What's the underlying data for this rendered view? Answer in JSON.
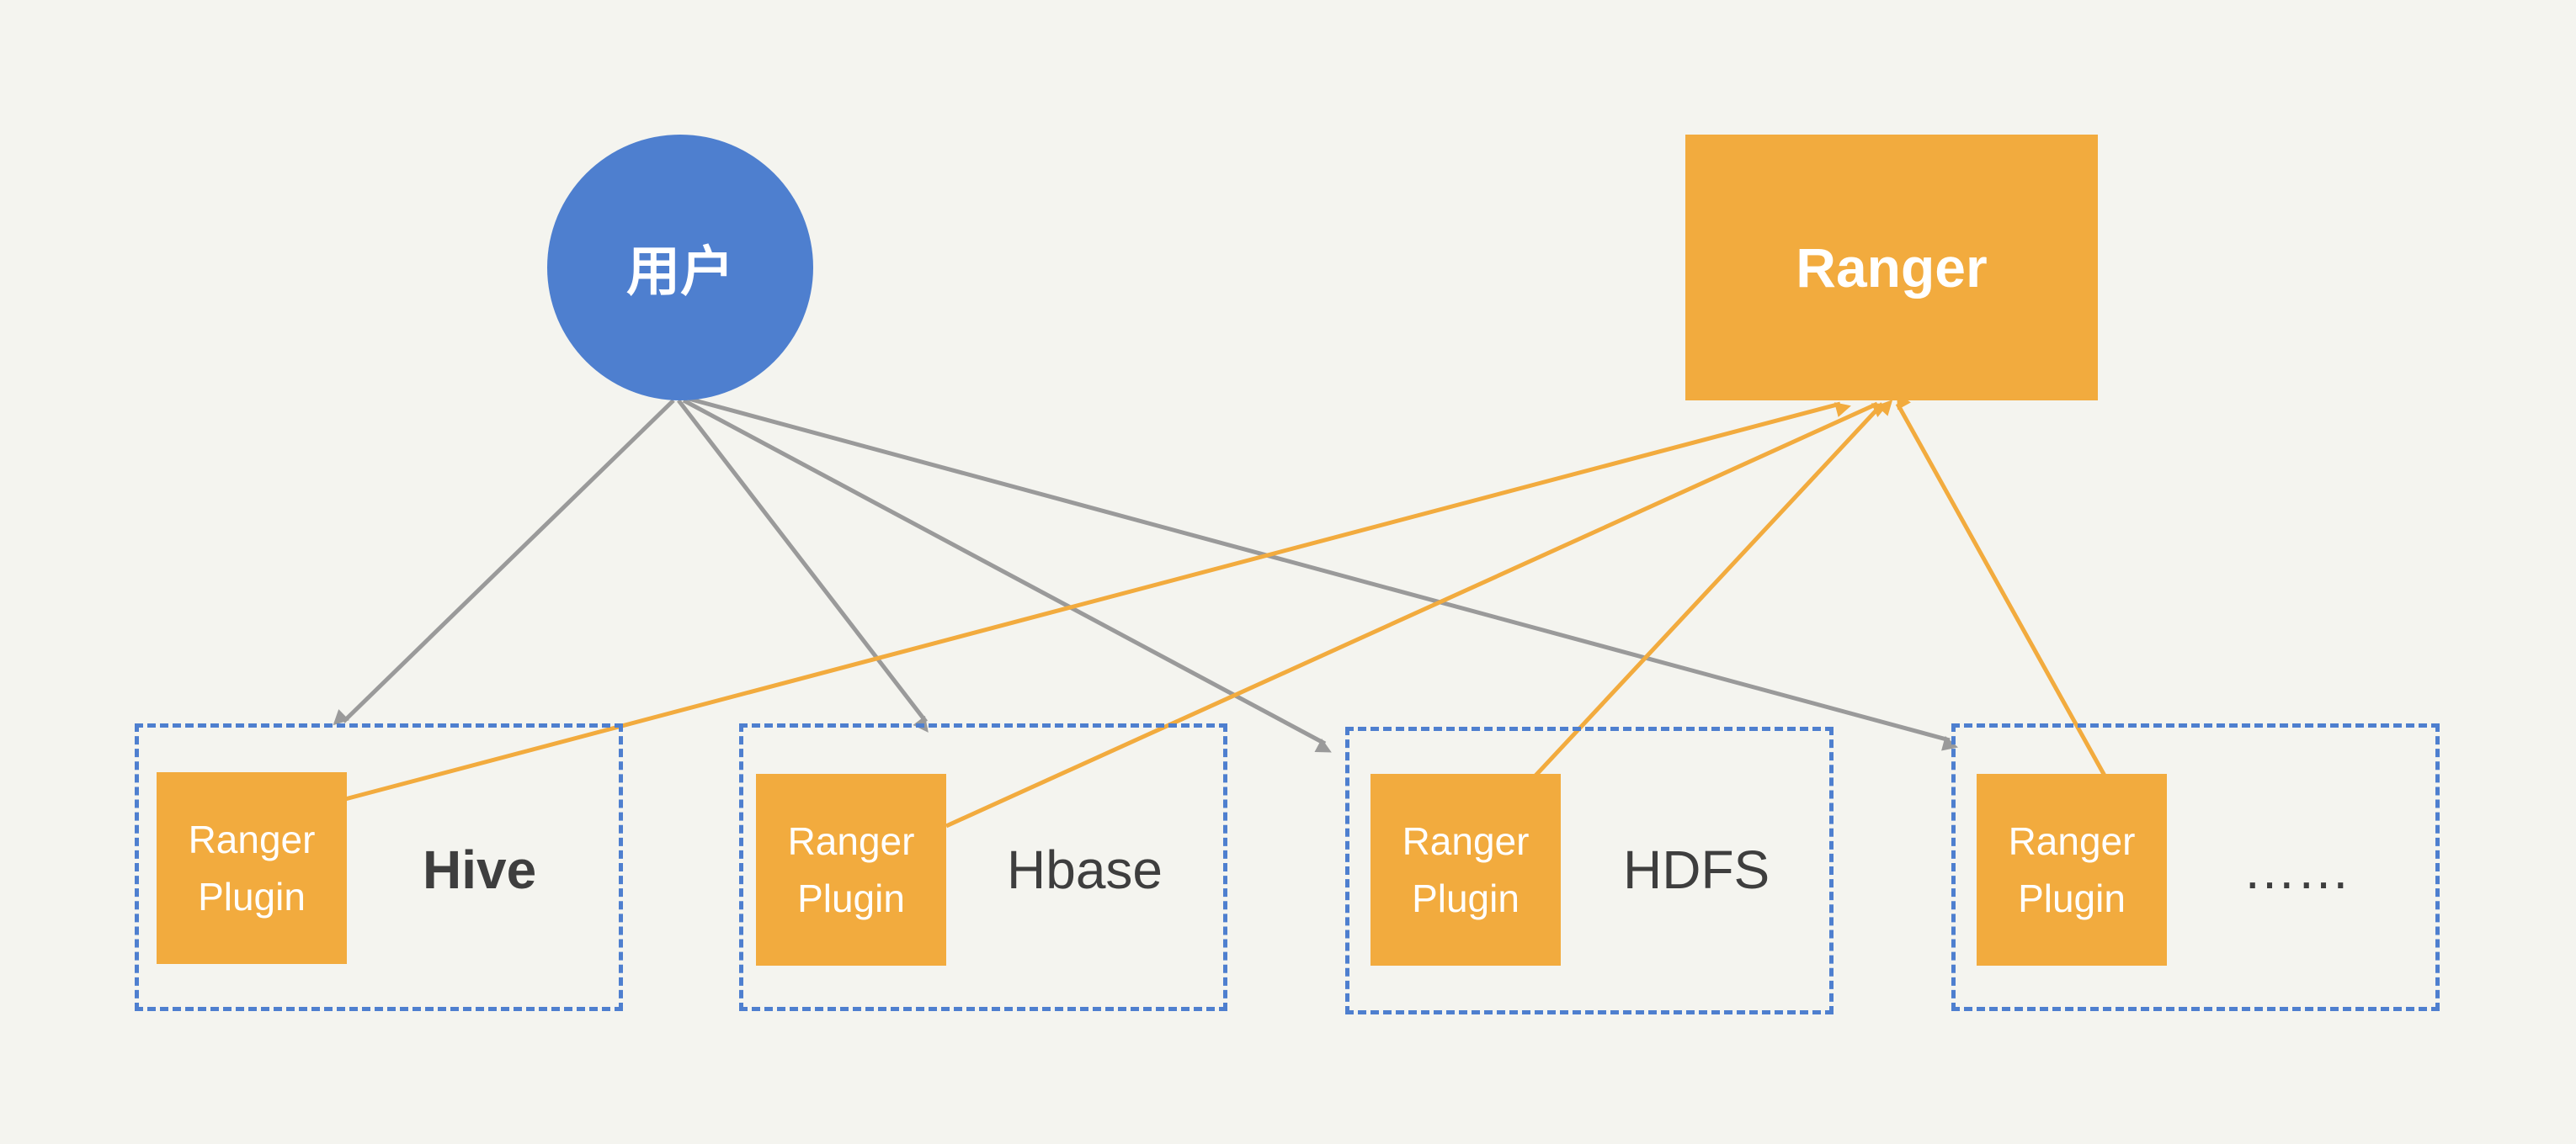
{
  "user": {
    "label": "用户"
  },
  "ranger": {
    "label": "Ranger"
  },
  "colors": {
    "background": "#f4f4ef",
    "user_node": "#4e7fcf",
    "ranger_orange": "#f2ab3e",
    "group_border": "#4e7fcf",
    "request_arrow": "#9a9a9a",
    "plugin_arrow": "#f2ab3e",
    "service_text": "#3e3e3e"
  },
  "groups": [
    {
      "plugin_line1": "Ranger",
      "plugin_line2": "Plugin",
      "service": "Hive"
    },
    {
      "plugin_line1": "Ranger",
      "plugin_line2": "Plugin",
      "service": "Hbase"
    },
    {
      "plugin_line1": "Ranger",
      "plugin_line2": "Plugin",
      "service": "HDFS"
    },
    {
      "plugin_line1": "Ranger",
      "plugin_line2": "Plugin",
      "service": "……"
    }
  ]
}
